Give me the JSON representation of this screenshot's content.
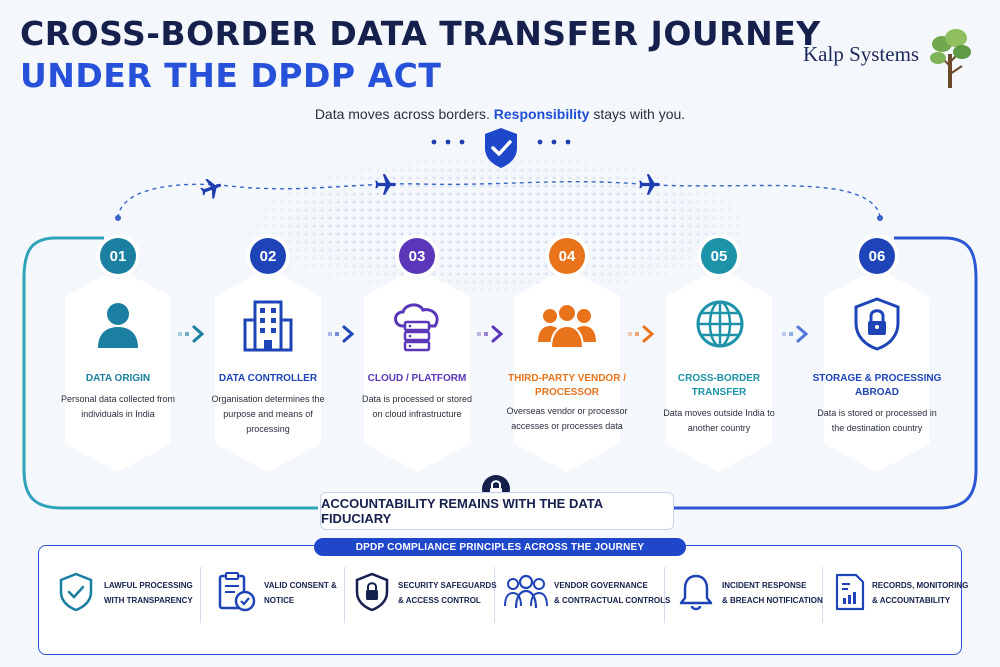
{
  "header": {
    "title_line1": "CROSS-BORDER DATA TRANSFER JOURNEY",
    "title_line2": "UNDER THE DPDP ACT",
    "brand": "Kalp Systems",
    "tagline_prefix": "Data moves across borders. ",
    "tagline_highlight": "Responsibility",
    "tagline_suffix": " stays with you."
  },
  "steps": [
    {
      "number": "01",
      "title": "DATA ORIGIN",
      "description": "Personal data collected from individuals in India",
      "color": "#1a7fa0",
      "icon": "person-icon"
    },
    {
      "number": "02",
      "title": "DATA CONTROLLER",
      "description": "Organisation determines the purpose and means of processing",
      "color": "#1e44b8",
      "icon": "building-icon"
    },
    {
      "number": "03",
      "title": "CLOUD / PLATFORM",
      "description": "Data is processed or stored on cloud infrastructure",
      "color": "#5a36b8",
      "icon": "cloud-server-icon"
    },
    {
      "number": "04",
      "title": "THIRD-PARTY VENDOR / PROCESSOR",
      "description": "Overseas vendor or processor accesses or processes data",
      "color": "#e8731a",
      "icon": "people-group-icon"
    },
    {
      "number": "05",
      "title": "CROSS-BORDER TRANSFER",
      "description": "Data moves outside India to another country",
      "color": "#1c93a8",
      "icon": "globe-icon"
    },
    {
      "number": "06",
      "title": "STORAGE & PROCESSING ABROAD",
      "description": "Data is stored or processed in the destination country",
      "color": "#1e44b8",
      "icon": "lock-shield-icon"
    }
  ],
  "accountability": "ACCOUNTABILITY REMAINS WITH THE DATA FIDUCIARY",
  "principles_title": "DPDP COMPLIANCE PRINCIPLES ACROSS THE JOURNEY",
  "principles": [
    {
      "line1": "LAWFUL PROCESSING",
      "line2": "WITH TRANSPARENCY",
      "icon": "shield-check-icon"
    },
    {
      "line1": "VALID CONSENT &",
      "line2": "NOTICE",
      "icon": "clipboard-check-icon"
    },
    {
      "line1": "SECURITY SAFEGUARDS",
      "line2": "& ACCESS CONTROL",
      "icon": "shield-lock-icon"
    },
    {
      "line1": "VENDOR GOVERNANCE",
      "line2": "& CONTRACTUAL CONTROLS",
      "icon": "vendor-group-icon"
    },
    {
      "line1": "INCIDENT RESPONSE",
      "line2": "& BREACH NOTIFICATION",
      "icon": "bell-icon"
    },
    {
      "line1": "RECORDS, MONITORING",
      "line2": "& ACCOUNTABILITY",
      "icon": "document-chart-icon"
    }
  ],
  "colors": {
    "navy": "#16204d",
    "accent_blue": "#2651d8",
    "teal": "#1a7fa0",
    "orange": "#e8731a",
    "purple": "#5a36b8"
  }
}
